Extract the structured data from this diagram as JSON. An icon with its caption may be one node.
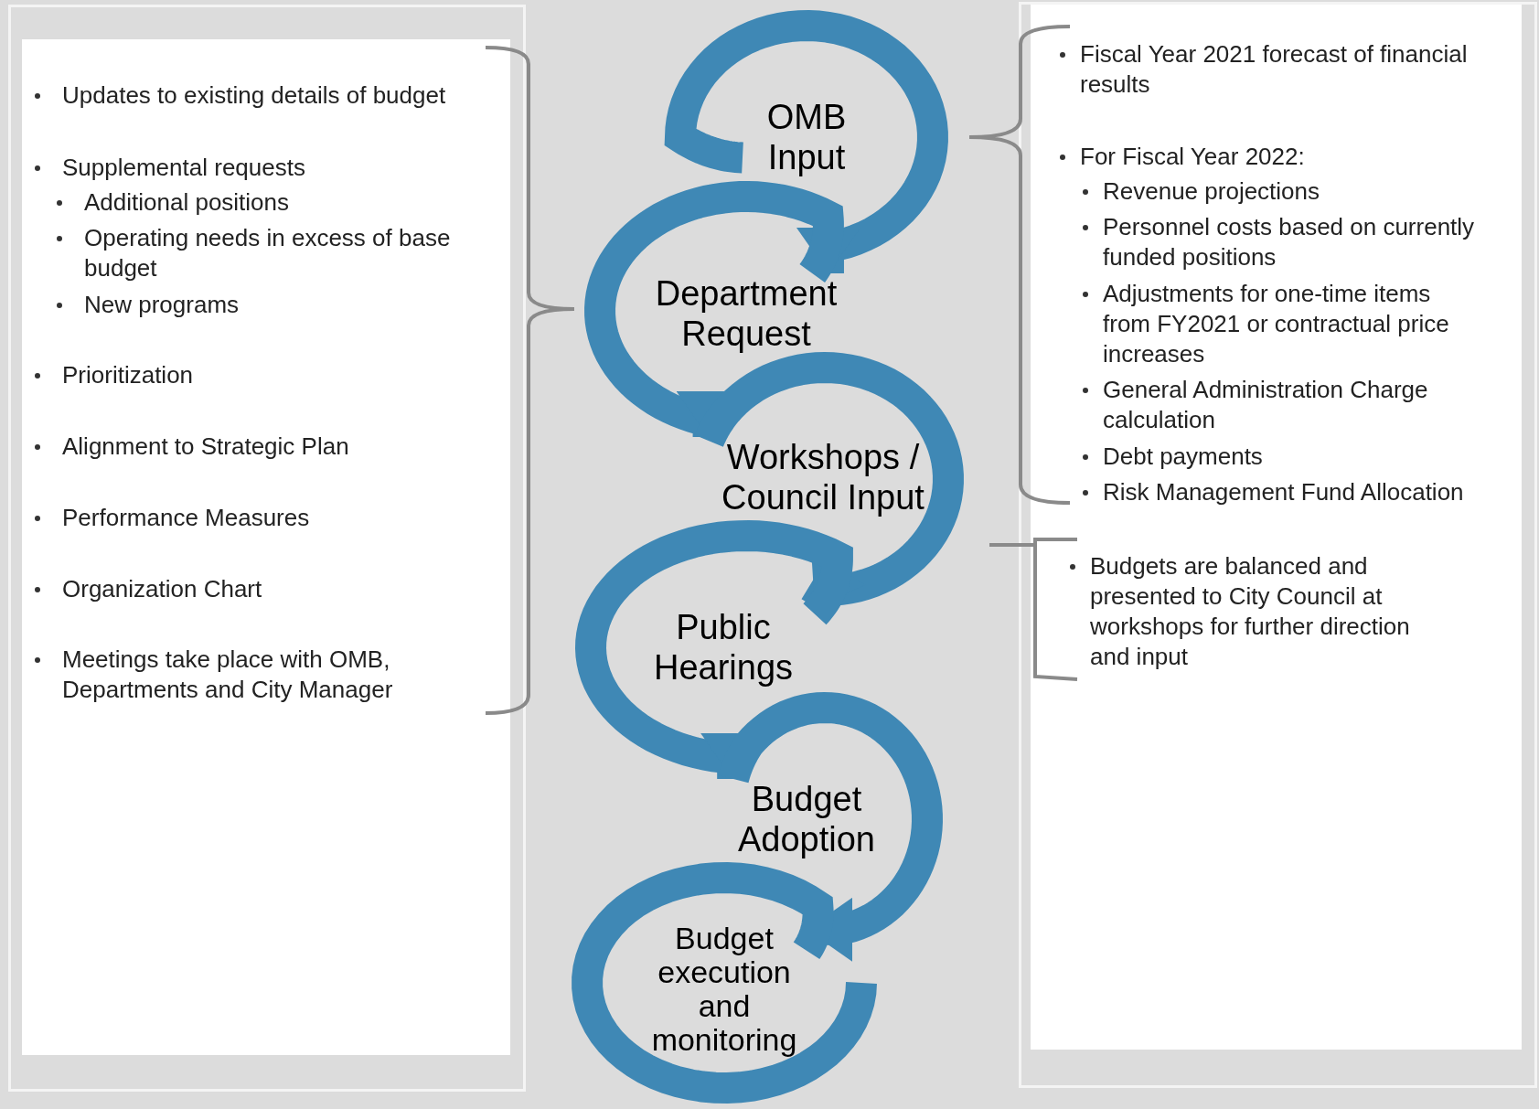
{
  "diagram": {
    "nodes": [
      {
        "text": [
          "Updates to existing details of budget",
          "Supplemental requests",
          "Additional positions",
          "Operating needs in excess of base budget",
          "New programs",
          "Prioritization",
          "Alignment to Strategic Plan",
          "Performance Measures",
          "Organization Chart",
          "Meetings take place with OMB, Departments and City Manager"
        ]
      },
      {
        "text": [
          "Fiscal Year 2021 forecast of financial results",
          "For Fiscal Year 2022:",
          "Revenue projections",
          "Personnel costs based on currently funded positions",
          "Adjustments for one-time items from FY2021 or contractual price increases",
          "General Administration Charge calculation",
          "Debt payments",
          "Risk Management Fund Allocation",
          "Budgets are balanced and presented to City Council at workshops for further direction and input"
        ]
      },
      {
        "text": [
          "OMB Input"
        ]
      },
      {
        "text": [
          "Department Request"
        ]
      },
      {
        "text": [
          "Workshops / Council Input"
        ]
      },
      {
        "text": [
          "Public Hearings"
        ]
      },
      {
        "text": [
          "Budget Adoption"
        ]
      },
      {
        "text": [
          "Budget execution and monitoring"
        ]
      }
    ],
    "edges": [
      {
        "from": 2,
        "to": 3,
        "arrow": "to"
      },
      {
        "from": 3,
        "to": 4,
        "arrow": "to"
      },
      {
        "from": 4,
        "to": 5,
        "arrow": "to"
      },
      {
        "from": 5,
        "to": 6,
        "arrow": "to"
      },
      {
        "from": 6,
        "to": 7,
        "arrow": "to"
      },
      {
        "from": 7,
        "to": null,
        "arrow": "none"
      }
    ]
  }
}
